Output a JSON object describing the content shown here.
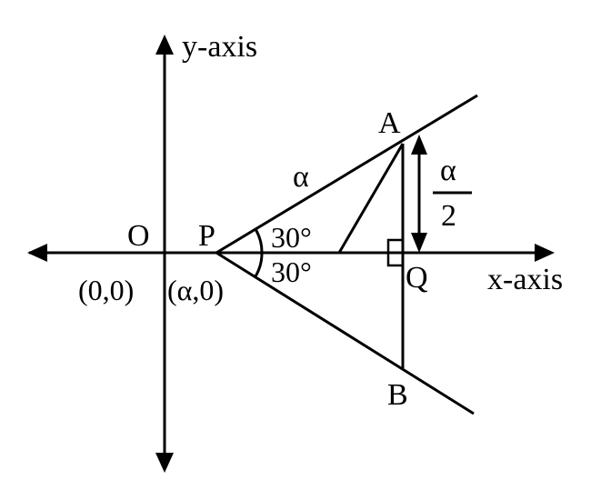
{
  "axes": {
    "y_label": "y-axis",
    "x_label": "x-axis"
  },
  "points": {
    "origin_label": "O",
    "origin_coords": "(0,0)",
    "p_label": "P",
    "p_coords": "(α,0)",
    "a_label": "A",
    "b_label": "B",
    "q_label": "Q"
  },
  "measures": {
    "side_pa": "α",
    "angle_upper": "30°",
    "angle_lower": "30°",
    "aq_numerator": "α",
    "aq_denominator": "2"
  }
}
